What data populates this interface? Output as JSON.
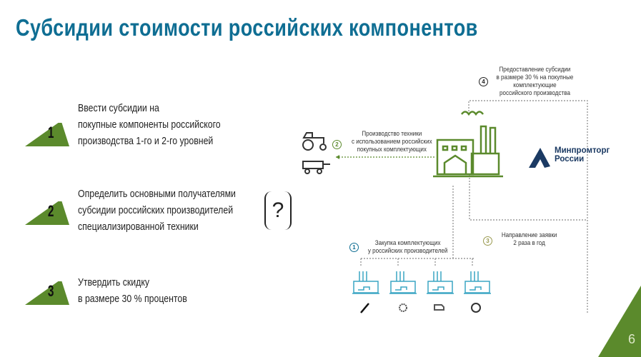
{
  "title": "Субсидии стоимости российских компонентов",
  "steps": [
    {
      "number": "1",
      "lines": [
        "Ввести субсидии на",
        "покупные компоненты российского",
        "производства 1-го и 2-го уровней"
      ]
    },
    {
      "number": "2",
      "lines": [
        "Определить основными получателями",
        "субсидии российских производителей",
        "специализированной техники"
      ]
    },
    {
      "number": "3",
      "lines": [
        "Утвердить скидку",
        "в размере 30 % процентов"
      ]
    }
  ],
  "question_mark": "?",
  "diagram": {
    "label1": {
      "num": "1",
      "lines": [
        "Закупка комплектующих",
        "у российских производителей"
      ]
    },
    "label2": {
      "num": "2",
      "lines": [
        "Производство техники",
        "с использованием российских",
        "покупных комплектующих"
      ]
    },
    "label3": {
      "num": "3",
      "lines": [
        "Направление заявки",
        "2 раза в год"
      ]
    },
    "label4": {
      "num": "4",
      "lines": [
        "Предоставление субсидии",
        "в размере 30 % на покупные",
        "комплектующие",
        "российского производства"
      ]
    },
    "logo": [
      "Минпромторг",
      "России"
    ]
  },
  "page_number": "6",
  "colors": {
    "title": "#0f6e93",
    "green": "#5b8a2c",
    "teal": "#3aa5c4",
    "navy": "#1b3a63"
  }
}
